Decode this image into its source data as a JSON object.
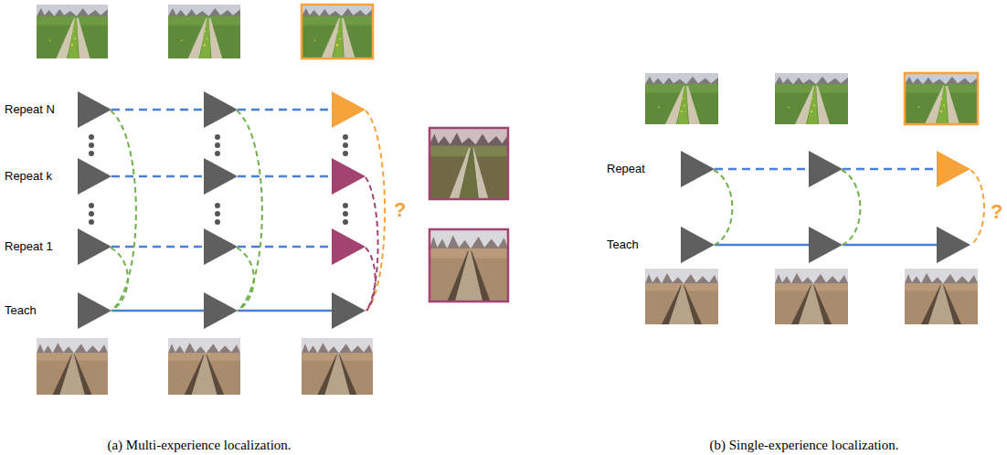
{
  "diagram": {
    "labels": [
      "Repeat N",
      "Repeat k",
      "Repeat 1",
      "Teach",
      "?",
      "Repeat",
      "Teach",
      "?",
      "(a) Multi-experience localization.",
      "(b) Single-experience localization."
    ]
  }
}
